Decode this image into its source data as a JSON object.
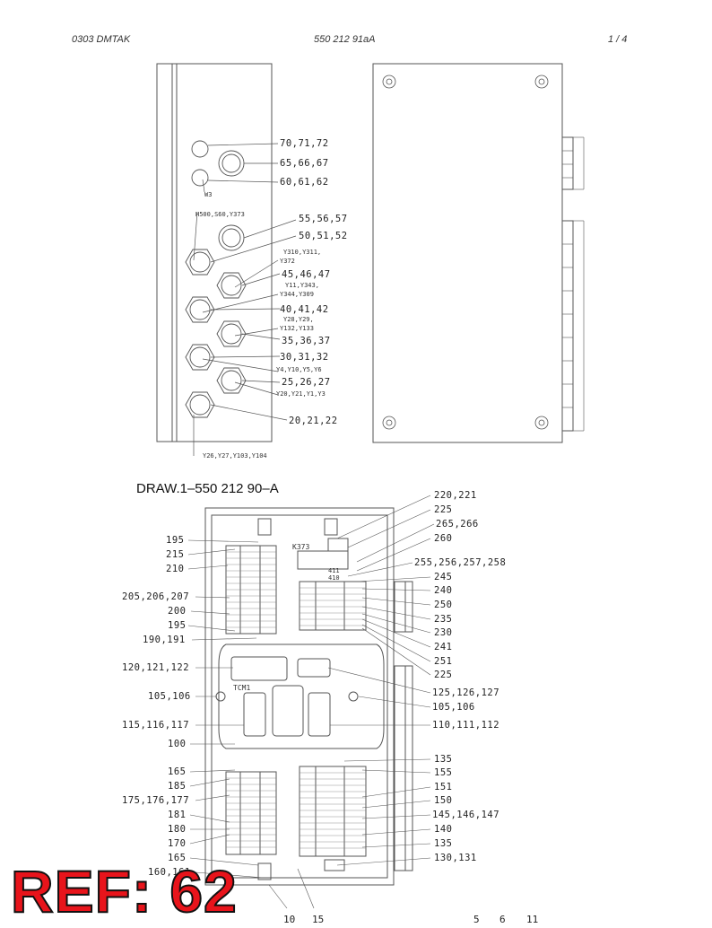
{
  "header": {
    "left": "0303   DMTAK",
    "center": "550 212 91aA",
    "right": "1 /   4"
  },
  "drawing_title": "DRAW.1–550 212 90–A",
  "ref_stamp": "REF: 62",
  "top_labels": [
    "70,71,72",
    "65,66,67",
    "60,61,62",
    "55,56,57",
    "50,51,52",
    "45,46,47",
    "40,41,42",
    "35,36,37",
    "30,31,32",
    "25,26,27",
    "20,21,22"
  ],
  "top_small": [
    "W3",
    "H500,S60,Y373",
    "Y310,Y311,",
    "Y372",
    "Y11,Y343,",
    "Y344,Y309",
    "Y28,Y29,",
    "Y132,Y133",
    "Y4,Y10,Y5,Y6",
    "Y20,Y21,Y1,Y3",
    "Y26,Y27,Y103,Y104"
  ],
  "left_labels": [
    "195",
    "215",
    "210",
    "205,206,207",
    "200",
    "195",
    "190,191",
    "120,121,122",
    "105,106",
    "115,116,117",
    "100",
    "165",
    "185",
    "175,176,177",
    "181",
    "180",
    "170",
    "165",
    "160,161"
  ],
  "right_labels": [
    "220,221",
    "225",
    "265,266",
    "260",
    "255,256,257,258",
    "245",
    "240",
    "250",
    "235",
    "230",
    "241",
    "251",
    "225",
    "125,126,127",
    "105,106",
    "110,111,112",
    "135",
    "155",
    "151",
    "150",
    "145,146,147",
    "140",
    "135",
    "130,131"
  ],
  "inner_labels": [
    "K373",
    "TCM1",
    "411",
    "410"
  ],
  "bottom_labels": [
    "10",
    "15",
    "5",
    "6",
    "11"
  ]
}
